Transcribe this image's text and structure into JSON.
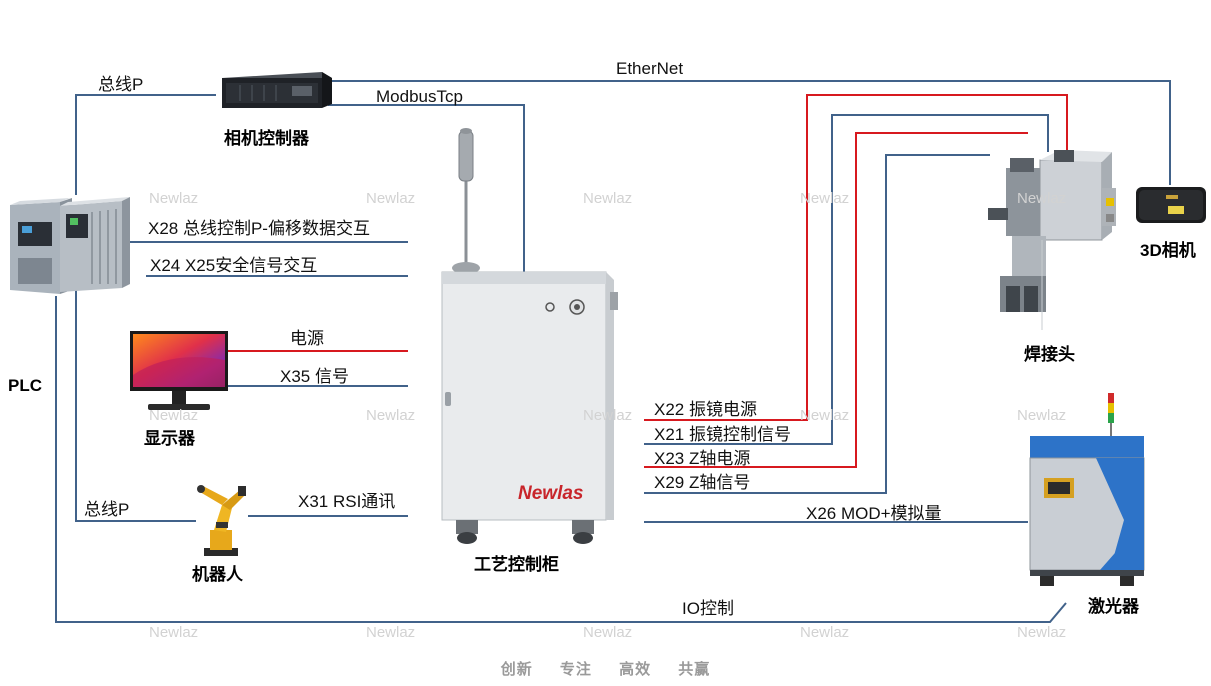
{
  "devices": {
    "plc": "PLC",
    "camera_controller": "相机控制器",
    "display": "显示器",
    "robot": "机器人",
    "cabinet": "工艺控制柜",
    "weld_head": "焊接头",
    "camera_3d": "3D相机",
    "laser": "激光器"
  },
  "connections": {
    "ethernet": "EtherNet",
    "bus_top": "总线P",
    "modbus": "ModbusTcp",
    "x28": "X28 总线控制P-偏移数据交互",
    "x24": "X24 X25安全信号交互",
    "power": "电源",
    "x35": "X35 信号",
    "bus_bottom": "总线P",
    "x31": "X31 RSI通讯",
    "x22": "X22 振镜电源",
    "x21": "X21 振镜控制信号",
    "x23": "X23 Z轴电源",
    "x29": "X29 Z轴信号",
    "x26": "X26 MOD+模拟量",
    "io": "IO控制"
  },
  "brand": {
    "cabinet_logo": "Newlas",
    "watermark": "Newlaz"
  },
  "slogan": [
    "创新",
    "专注",
    "高效",
    "共赢"
  ],
  "colors": {
    "signal_line": "#41628a",
    "power_line": "#d7191f",
    "cabinet_logo": "#c8252b",
    "laser_blue": "#2d73c8"
  }
}
